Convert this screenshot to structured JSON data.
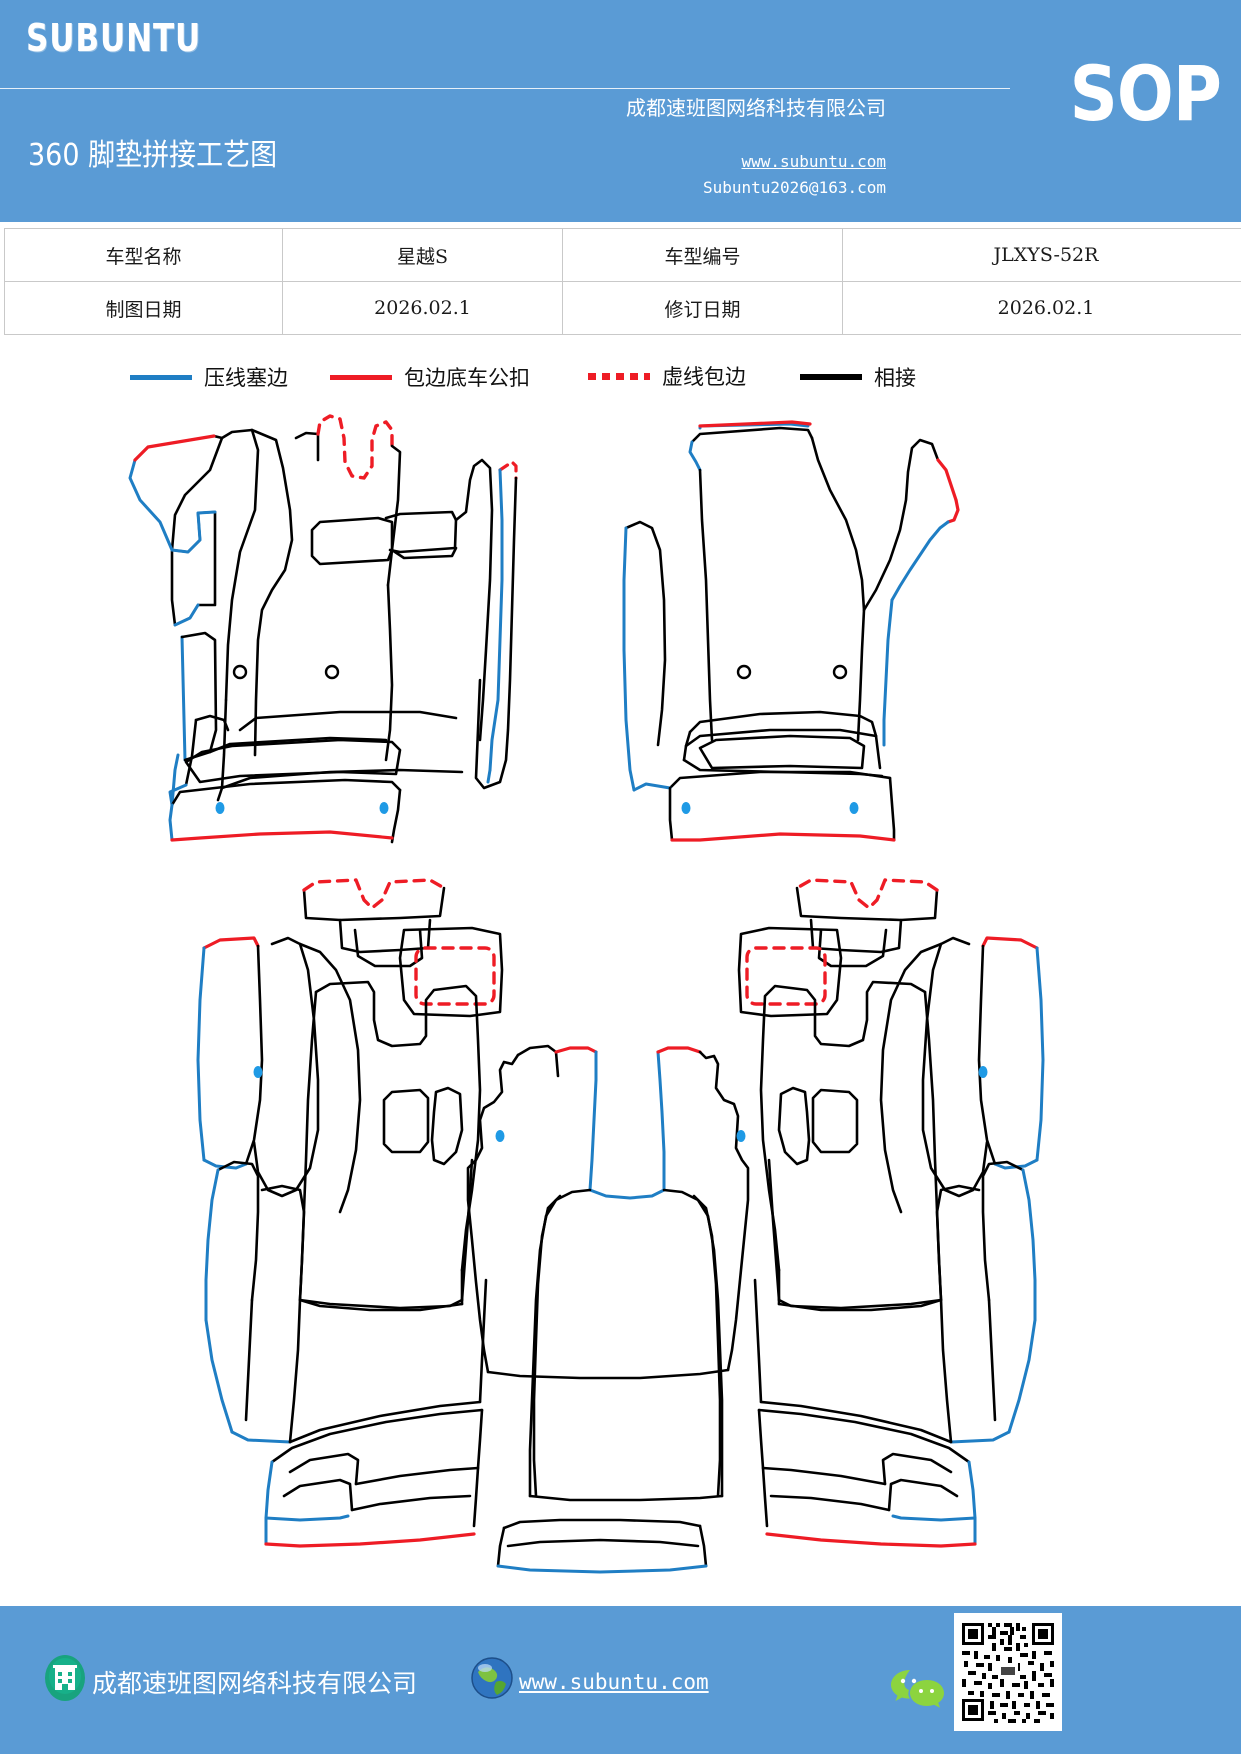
{
  "header": {
    "brand": "SUBUNTU",
    "doc_title": "360 脚垫拼接工艺图",
    "badge": "SOP",
    "company_cn": "成都速班图网络科技有限公司",
    "url": "www.subuntu.com",
    "email": "Subuntu2026@163.com",
    "bg_color": "#5a9bd5"
  },
  "info_table": {
    "rows": [
      {
        "label_1": "车型名称",
        "value_1": "星越S",
        "label_2": "车型编号",
        "value_2": "JLXYS-52R"
      },
      {
        "label_1": "制图日期",
        "value_1": "2026.02.1",
        "label_2": "修订日期",
        "value_2": "2026.02.1"
      }
    ]
  },
  "legend": {
    "items": [
      {
        "label": "压线塞边",
        "style": "solid",
        "color": "#1f7ec4",
        "icon": "line-solid-blue-icon"
      },
      {
        "label": "包边底车公扣",
        "style": "solid",
        "color": "#ee1c25",
        "icon": "line-solid-red-icon"
      },
      {
        "label": "虚线包边",
        "style": "dashed",
        "color": "#ee1c25",
        "icon": "line-dashed-red-icon"
      },
      {
        "label": "相接",
        "style": "solid",
        "color": "#000000",
        "icon": "line-solid-black-icon"
      }
    ]
  },
  "drawing": {
    "title": "360 脚垫拼接工艺图",
    "colors": {
      "cut": "#000000",
      "press_edge": "#1f7ec4",
      "bound_edge": "#ee1c25",
      "dashed_bind": "#ee1c25"
    },
    "groups": [
      {
        "name": "front-left-mat-assembly",
        "position": "upper-left"
      },
      {
        "name": "front-right-mat-assembly",
        "position": "upper-right"
      },
      {
        "name": "rear-left-mat-assembly",
        "position": "lower-left"
      },
      {
        "name": "rear-center-tunnel-mat",
        "position": "lower-center"
      },
      {
        "name": "rear-right-mat-assembly",
        "position": "lower-right"
      }
    ]
  },
  "footer": {
    "company_cn": "成都速班图网络科技有限公司",
    "url": "www.subuntu.com",
    "building_icon": "building-icon",
    "globe_icon": "globe-icon",
    "wechat_icon": "wechat-icon",
    "qr_icon": "qr-code-icon",
    "bg_color": "#5a9bd5"
  }
}
